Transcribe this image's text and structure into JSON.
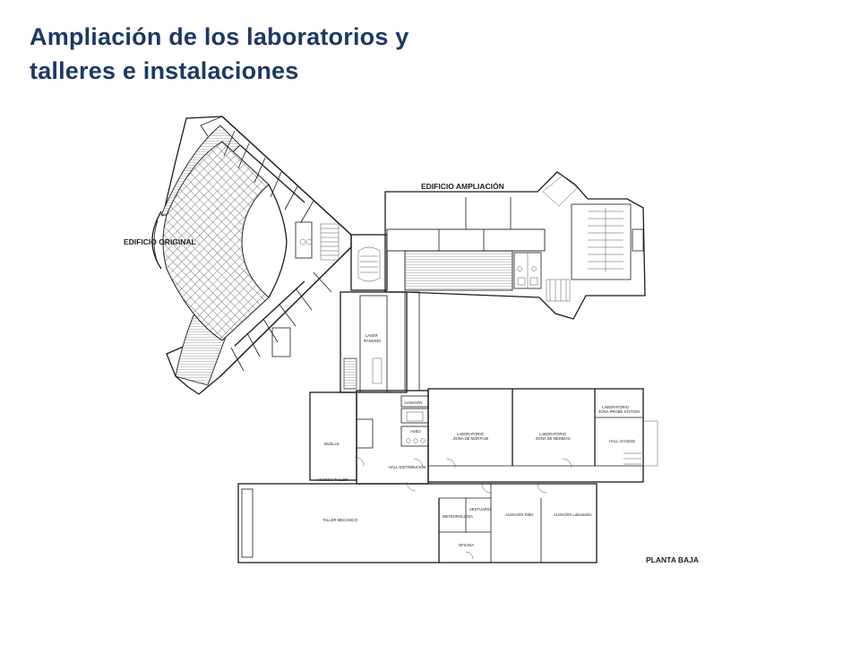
{
  "slide": {
    "title_line1": "Ampliación de los laboratorios y",
    "title_line2": "talleres e instalaciones"
  },
  "plan": {
    "labels": {
      "edificio_original": "EDIFICIO ORIGINAL",
      "edificio_ampliacion": "EDIFICIO AMPLIACIÓN",
      "planta_baja": "PLANTA BAJA",
      "laser_ranging_1": "LASER",
      "laser_ranging_2": "RANGING",
      "almacen_top": "ALMACÉN",
      "aseo": "ASEO",
      "muelle": "MUELLE",
      "acceso_taller": "ACCESO TALLER",
      "hall_distribucion": "HALL DISTRIBUCIÓN",
      "lab_montaje_1": "LABORATORIO",
      "lab_montaje_2": "ZONA DE MONTAJE",
      "lab_medidas_1": "LABORATORIO",
      "lab_medidas_2": "ZONA DE MEDIDAS",
      "lab_probe_1": "LABORATORIO",
      "lab_probe_2": "ZONA PROBE STATION",
      "hall_acceso": "HALL ACCESO",
      "taller_mecanico": "TALLER MECÁNICO",
      "meteorologia": "METEOROLOGÍA",
      "vestuario": "VESTUARIO",
      "oficina": "OFICINA",
      "almacen_taller": "ALMACÉN Taller",
      "almacen_laboratorio": "ALMACÉN Laboratorio"
    }
  }
}
